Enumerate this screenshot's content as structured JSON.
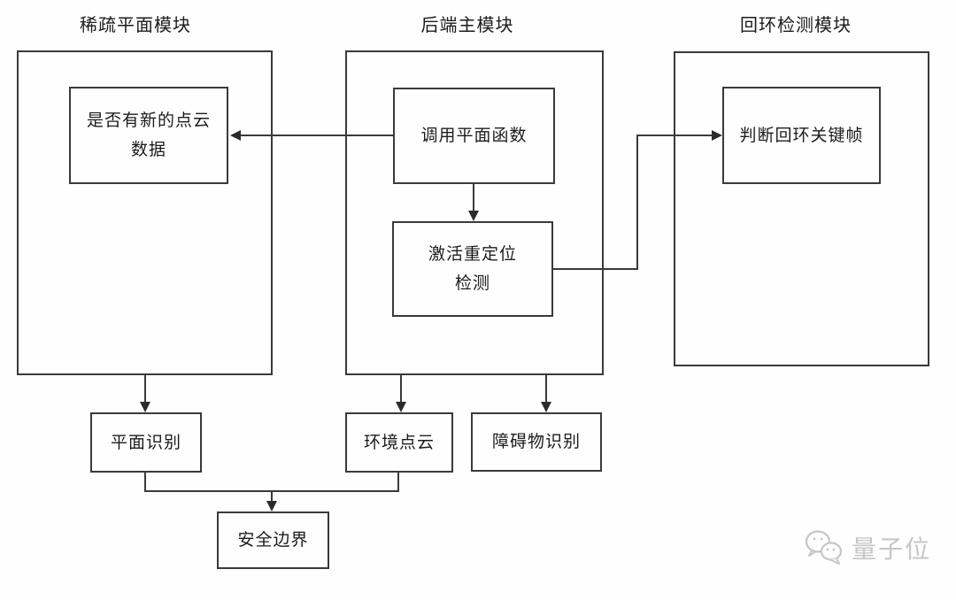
{
  "colors": {
    "line": "#3a3a3a",
    "text": "#1c1c1c",
    "background": "#fefefe",
    "watermark": "#c6c6c6"
  },
  "diagram": {
    "modules": [
      {
        "id": "sparse-plane",
        "title": "稀疏平面模块"
      },
      {
        "id": "backend-main",
        "title": "后端主模块"
      },
      {
        "id": "loop-detection",
        "title": "回环检测模块"
      }
    ],
    "nodes": {
      "new_pointcloud": {
        "line1": "是否有新的点云",
        "line2": "数据"
      },
      "call_plane_fn": {
        "label": "调用平面函数"
      },
      "relocalization": {
        "line1": "激活重定位",
        "line2": "检测"
      },
      "loop_keyframe": {
        "label": "判断回环关键帧"
      },
      "plane_recognition": {
        "label": "平面识别"
      },
      "env_pointcloud": {
        "label": "环境点云"
      },
      "obstacle_recognition": {
        "label": "障碍物识别"
      },
      "safety_boundary": {
        "label": "安全边界"
      }
    },
    "edges": [
      {
        "from": "call_plane_fn",
        "to": "new_pointcloud"
      },
      {
        "from": "call_plane_fn",
        "to": "relocalization"
      },
      {
        "from": "relocalization",
        "to": "loop_keyframe"
      },
      {
        "from": "sparse-plane-module",
        "to": "plane_recognition"
      },
      {
        "from": "backend-main-module",
        "to": "env_pointcloud"
      },
      {
        "from": "backend-main-module",
        "to": "obstacle_recognition"
      },
      {
        "from": "plane_recognition",
        "to": "safety_boundary"
      },
      {
        "from": "env_pointcloud",
        "to": "safety_boundary"
      }
    ]
  },
  "watermark": {
    "label": "量子位",
    "icon": "wechat-icon"
  }
}
